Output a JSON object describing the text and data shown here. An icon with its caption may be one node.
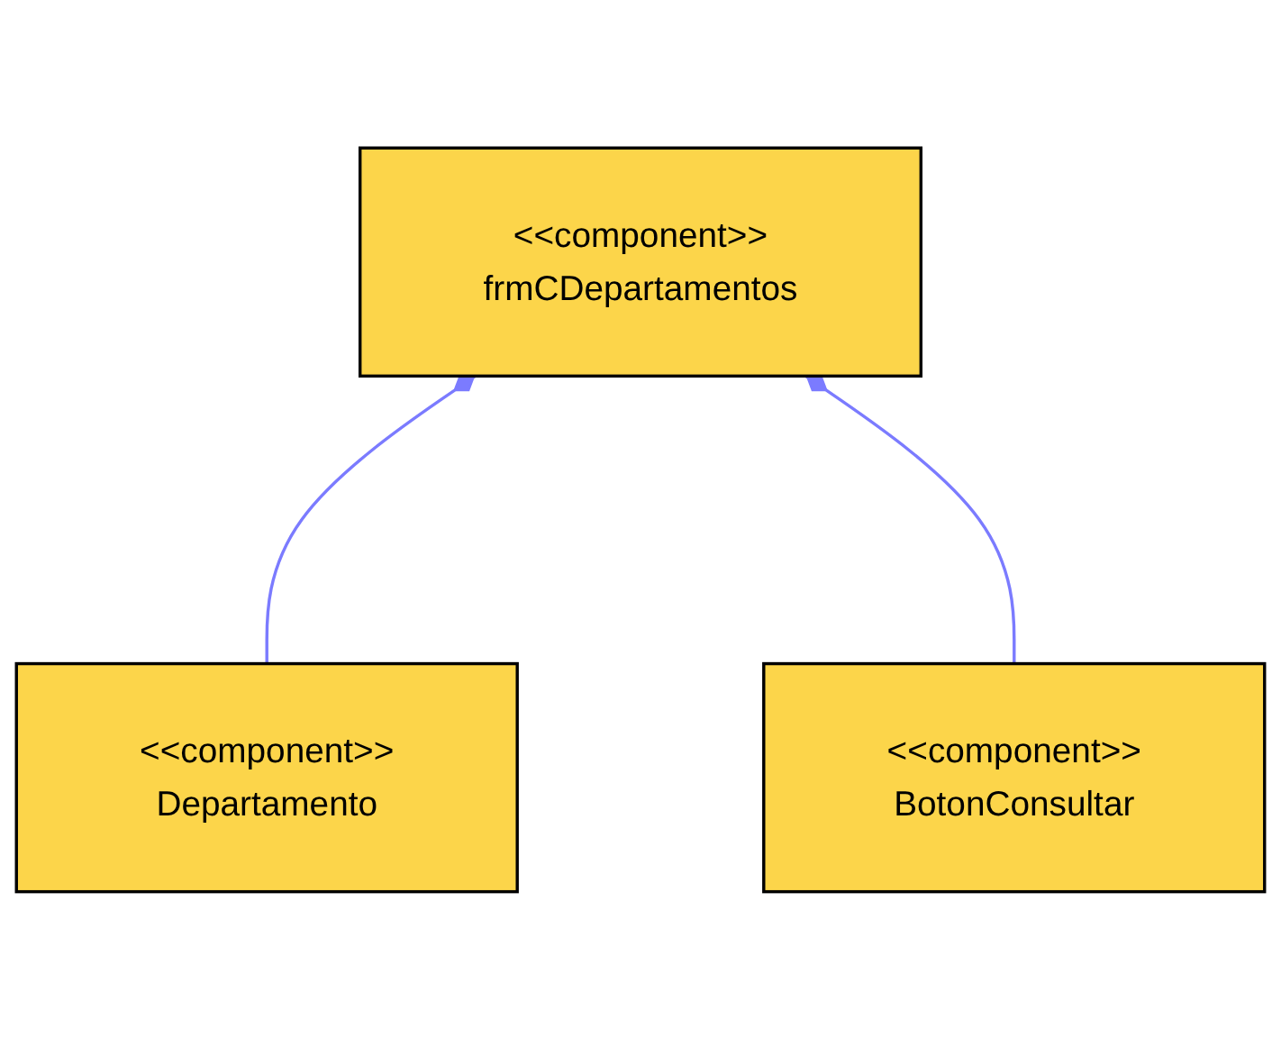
{
  "diagram": {
    "nodes": [
      {
        "text": [
          "<<component>>",
          "frmCDepartamentos"
        ]
      },
      {
        "text": [
          "<<component>>",
          "Departamento"
        ]
      },
      {
        "text": [
          "<<component>>",
          "BotonConsultar"
        ]
      }
    ],
    "edges": [
      {
        "from": 1,
        "to": 0,
        "arrow": "other"
      },
      {
        "from": 2,
        "to": 0,
        "arrow": "other"
      }
    ]
  }
}
